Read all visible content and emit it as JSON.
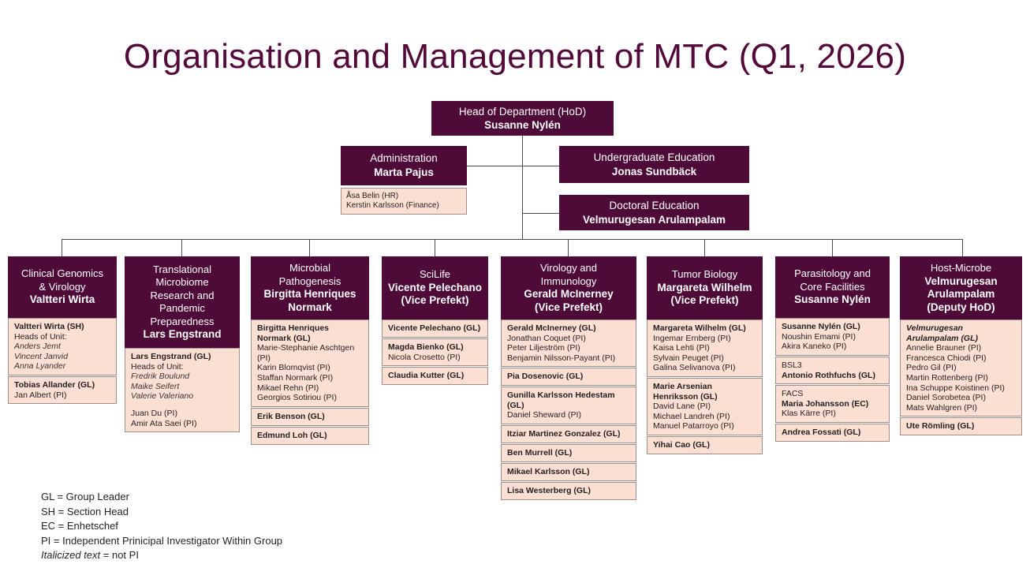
{
  "title": "Organisation and Management of MTC (Q1, 2026)",
  "top": {
    "hod": {
      "role": "Head of Department (HoD)",
      "person": "Susanne Nylén"
    },
    "administration": {
      "role": "Administration",
      "person": "Marta Pajus"
    },
    "administration_staff": [
      "Åsa Belin (HR)",
      "Kerstin Karlsson (Finance)"
    ],
    "undergraduate_education": {
      "role": "Undergraduate Education",
      "person": "Jonas Sundbäck"
    },
    "doctoral_education": {
      "role": "Doctoral  Education",
      "person": "Velmurugesan Arulampalam"
    }
  },
  "departments": [
    {
      "name": "dept-clinical-genomics-virology",
      "title_lines": [
        "Clinical Genomics",
        "& Virology"
      ],
      "head": "Valtteri Wirta",
      "suffix": "",
      "units": [
        {
          "lines": [
            {
              "text": "Valtteri Wirta (SH)",
              "style": "b"
            },
            {
              "text": "Heads of Unit:",
              "style": "n"
            },
            {
              "text": "Anders Jemt",
              "style": "i"
            },
            {
              "text": "Vincent Janvid",
              "style": "i"
            },
            {
              "text": "Anna Lyander",
              "style": "i"
            }
          ]
        },
        {
          "lines": [
            {
              "text": "Tobias Allander (GL)",
              "style": "b"
            },
            {
              "text": "Jan Albert (PI)",
              "style": "n"
            }
          ]
        }
      ]
    },
    {
      "name": "dept-translational-microbiome",
      "title_lines": [
        "Translational",
        "Microbiome",
        "Research and",
        "Pandemic",
        "Preparedness"
      ],
      "head": "Lars Engstrand",
      "suffix": "",
      "units": [
        {
          "lines": [
            {
              "text": "Lars Engstrand (GL)",
              "style": "b"
            },
            {
              "text": "Heads of Unit:",
              "style": "n"
            },
            {
              "text": "Fredrik Boulund",
              "style": "i"
            },
            {
              "text": "Maike Seifert",
              "style": "i"
            },
            {
              "text": "Valerie Valeriano",
              "style": "i"
            },
            {
              "text": "",
              "style": "sp"
            },
            {
              "text": "Juan Du (PI)",
              "style": "n"
            },
            {
              "text": "Amir Ata Saei (PI)",
              "style": "n"
            }
          ]
        }
      ]
    },
    {
      "name": "dept-microbial-pathogenesis",
      "title_lines": [
        "Microbial",
        "Pathogenesis"
      ],
      "head": "Birgitta Henriques Normark",
      "suffix": "",
      "units": [
        {
          "lines": [
            {
              "text": "Birgitta Henriques Normark (GL)",
              "style": "b"
            },
            {
              "text": "Marie-Stephanie Aschtgen (PI)",
              "style": "n"
            },
            {
              "text": "Karin Blomqvist (PI)",
              "style": "n"
            },
            {
              "text": "Staffan Normark (PI)",
              "style": "n"
            },
            {
              "text": "Mikael Rehn (PI)",
              "style": "n"
            },
            {
              "text": "Georgios Sotiriou (PI)",
              "style": "n"
            }
          ]
        },
        {
          "lines": [
            {
              "text": "Erik Benson (GL)",
              "style": "b"
            }
          ]
        },
        {
          "lines": [
            {
              "text": "Edmund Loh (GL)",
              "style": "b"
            }
          ]
        }
      ]
    },
    {
      "name": "dept-scilife",
      "title_lines": [
        "SciLife"
      ],
      "head": "Vicente Pelechano",
      "suffix": "(Vice Prefekt)",
      "units": [
        {
          "lines": [
            {
              "text": "Vicente Pelechano (GL)",
              "style": "b"
            }
          ]
        },
        {
          "lines": [
            {
              "text": "Magda Bienko (GL)",
              "style": "b"
            },
            {
              "text": "Nicola Crosetto (PI)",
              "style": "n"
            }
          ]
        },
        {
          "lines": [
            {
              "text": "Claudia Kutter (GL)",
              "style": "b"
            }
          ]
        }
      ]
    },
    {
      "name": "dept-virology-immunology",
      "title_lines": [
        "Virology and",
        "Immunology"
      ],
      "head": "Gerald McInerney",
      "suffix": "(Vice Prefekt)",
      "units": [
        {
          "lines": [
            {
              "text": "Gerald McInerney (GL)",
              "style": "b"
            },
            {
              "text": "Jonathan Coquet (PI)",
              "style": "n"
            },
            {
              "text": "Peter Liljeström (PI)",
              "style": "n"
            },
            {
              "text": "Benjamin Nilsson-Payant (PI)",
              "style": "n"
            }
          ]
        },
        {
          "lines": [
            {
              "text": "Pia Dosenovic (GL)",
              "style": "b"
            }
          ]
        },
        {
          "lines": [
            {
              "text": "Gunilla Karlsson Hedestam (GL)",
              "style": "b"
            },
            {
              "text": "Daniel Sheward (PI)",
              "style": "n"
            }
          ]
        },
        {
          "lines": [
            {
              "text": "Itziar Martinez Gonzalez (GL)",
              "style": "b"
            }
          ]
        },
        {
          "lines": [
            {
              "text": "Ben Murrell (GL)",
              "style": "b"
            }
          ]
        },
        {
          "lines": [
            {
              "text": "Mikael Karlsson (GL)",
              "style": "b"
            }
          ]
        },
        {
          "lines": [
            {
              "text": "Lisa Westerberg (GL)",
              "style": "b"
            }
          ]
        }
      ]
    },
    {
      "name": "dept-tumor-biology",
      "title_lines": [
        "Tumor Biology"
      ],
      "head": "Margareta Wilhelm",
      "suffix": "(Vice Prefekt)",
      "units": [
        {
          "lines": [
            {
              "text": "Margareta Wilhelm (GL)",
              "style": "b"
            },
            {
              "text": "Ingemar Ernberg (PI)",
              "style": "n"
            },
            {
              "text": "Kaisa Lehti (PI)",
              "style": "n"
            },
            {
              "text": "Sylvain Peuget (PI)",
              "style": "n"
            },
            {
              "text": "Galina Selivanova (PI)",
              "style": "n"
            }
          ]
        },
        {
          "lines": [
            {
              "text": "Marie Arsenian Henriksson (GL)",
              "style": "b"
            },
            {
              "text": "David Lane (PI)",
              "style": "n"
            },
            {
              "text": "Michael Landreh (PI)",
              "style": "n"
            },
            {
              "text": "Manuel Patarroyo (PI)",
              "style": "n"
            }
          ]
        },
        {
          "lines": [
            {
              "text": "Yihai Cao (GL)",
              "style": "b"
            }
          ]
        }
      ]
    },
    {
      "name": "dept-parasitology-core-facilities",
      "title_lines": [
        "Parasitology and",
        "Core Facilities"
      ],
      "head": "Susanne Nylén",
      "suffix": "",
      "units": [
        {
          "lines": [
            {
              "text": "Susanne Nylén (GL)",
              "style": "b"
            },
            {
              "text": "Noushin Emami (PI)",
              "style": "n"
            },
            {
              "text": "Akira Kaneko (PI)",
              "style": "n"
            }
          ]
        },
        {
          "lines": [
            {
              "text": "BSL3",
              "style": "n"
            },
            {
              "text": "Antonio Rothfuchs (GL)",
              "style": "b"
            }
          ]
        },
        {
          "lines": [
            {
              "text": "FACS",
              "style": "n"
            },
            {
              "text": "Maria Johansson (EC)",
              "style": "b"
            },
            {
              "text": "Klas Kärre (PI)",
              "style": "n"
            }
          ]
        },
        {
          "lines": [
            {
              "text": "Andrea Fossati (GL)",
              "style": "b"
            }
          ]
        }
      ]
    },
    {
      "name": "dept-host-microbe",
      "title_lines": [
        "Host-Microbe"
      ],
      "head": "Velmurugesan Arulampalam",
      "suffix": "(Deputy HoD)",
      "units": [
        {
          "lines": [
            {
              "text": "Velmurugesan Arulampalam (GL)",
              "style": "bi"
            },
            {
              "text": "Annelie Brauner (PI)",
              "style": "n"
            },
            {
              "text": "Francesca Chiodi (PI)",
              "style": "n"
            },
            {
              "text": "Pedro Gil (PI)",
              "style": "n"
            },
            {
              "text": "Martin Rottenberg (PI)",
              "style": "n"
            },
            {
              "text": "Ina Schuppe Koistinen (PI)",
              "style": "n"
            },
            {
              "text": "Daniel Sorobetea (PI)",
              "style": "n"
            },
            {
              "text": "Mats Wahlgren (PI)",
              "style": "n"
            }
          ]
        },
        {
          "lines": [
            {
              "text": "Ute Römling (GL)",
              "style": "b"
            }
          ]
        }
      ]
    }
  ],
  "legend": [
    {
      "text": "GL = Group Leader",
      "italic_prefix": ""
    },
    {
      "text": "SH = Section Head",
      "italic_prefix": ""
    },
    {
      "text": "EC = Enhetschef",
      "italic_prefix": ""
    },
    {
      "text": "PI = Independent Prinicipal Investigator Within Group",
      "italic_prefix": ""
    },
    {
      "text": " = not PI",
      "italic_prefix": "Italicized text"
    }
  ],
  "colors": {
    "dark": "#4f0b37",
    "light": "#fbdfd2",
    "title": "#53093a",
    "border": "#9b8f8b",
    "connector": "#4a4a4a"
  }
}
